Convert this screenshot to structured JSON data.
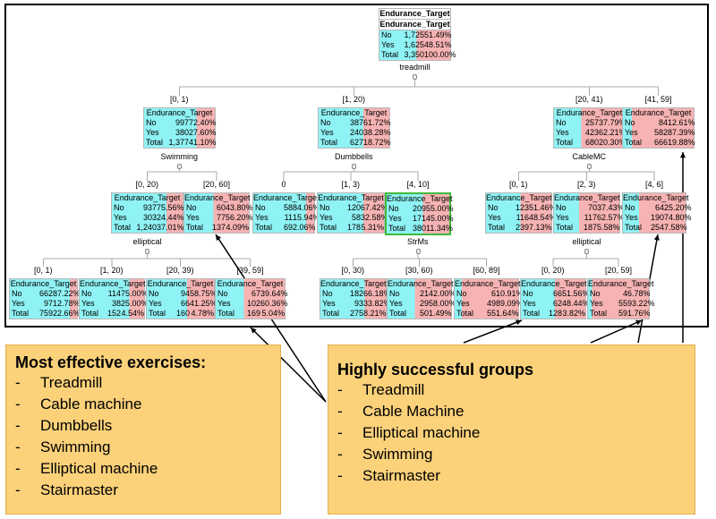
{
  "legend_words": {
    "no": "No",
    "yes": "Yes",
    "total": "Total"
  },
  "root": {
    "header": "Endurance_Target",
    "title": "Endurance_Target",
    "no": [
      "1,725",
      "51.49%"
    ],
    "yes": [
      "1,625",
      "48.51%"
    ],
    "total": [
      "3,350",
      "100.00%"
    ],
    "split": "treadmill"
  },
  "level1": [
    {
      "edge": "[0, 1)",
      "title": "Endurance_Target",
      "no": [
        "997",
        "72.40%"
      ],
      "yes": [
        "380",
        "27.60%"
      ],
      "total": [
        "1,377",
        "41.10%"
      ],
      "split": "Swimming"
    },
    {
      "edge": "[1, 20)",
      "title": "Endurance_Target",
      "no": [
        "387",
        "61.72%"
      ],
      "yes": [
        "240",
        "38.28%"
      ],
      "total": [
        "627",
        "18.72%"
      ],
      "split": "Dumbbells"
    },
    {
      "edge": "[20, 41)",
      "title": "Endurance_Target",
      "no": [
        "257",
        "37.79%"
      ],
      "yes": [
        "423",
        "62.21%"
      ],
      "total": [
        "680",
        "20.30%"
      ],
      "split": "CableMC"
    },
    {
      "edge": "[41, 59]",
      "title": "Endurance_Target",
      "no": [
        "84",
        "12.61%"
      ],
      "yes": [
        "582",
        "87.39%"
      ],
      "total": [
        "666",
        "19.88%"
      ]
    }
  ],
  "level2": [
    {
      "edge": "[0, 20)",
      "title": "Endurance_Target",
      "no": [
        "937",
        "75.56%"
      ],
      "yes": [
        "303",
        "24.44%"
      ],
      "total": [
        "1,240",
        "37.01%"
      ],
      "split": "elliptical"
    },
    {
      "edge": "[20, 60]",
      "title": "Endurance_Target",
      "no": [
        "60",
        "43.80%"
      ],
      "yes": [
        "77",
        "56.20%"
      ],
      "total": [
        "137",
        "4.09%"
      ]
    },
    {
      "edge": "0",
      "title": "Endurance_Target",
      "no": [
        "58",
        "84.06%"
      ],
      "yes": [
        "11",
        "15.94%"
      ],
      "total": [
        "69",
        "2.06%"
      ]
    },
    {
      "edge": "[1, 3)",
      "title": "Endurance_Target",
      "no": [
        "120",
        "67.42%"
      ],
      "yes": [
        "58",
        "32.58%"
      ],
      "total": [
        "178",
        "5.31%"
      ]
    },
    {
      "edge": "[4, 10]",
      "title": "Endurance_Target",
      "no": [
        "209",
        "55.00%"
      ],
      "yes": [
        "171",
        "45.00%"
      ],
      "total": [
        "380",
        "11.34%"
      ],
      "split": "StrMs"
    },
    {
      "edge": "[0, 1)",
      "title": "Endurance_Target",
      "no": [
        "123",
        "51.46%"
      ],
      "yes": [
        "116",
        "48.54%"
      ],
      "total": [
        "239",
        "7.13%"
      ]
    },
    {
      "edge": "[2, 3)",
      "title": "Endurance_Target",
      "no": [
        "70",
        "37.43%"
      ],
      "yes": [
        "117",
        "62.57%"
      ],
      "total": [
        "187",
        "5.58%"
      ],
      "split": "elliptical"
    },
    {
      "edge": "[4, 6]",
      "title": "Endurance_Target",
      "no": [
        "64",
        "25.20%"
      ],
      "yes": [
        "190",
        "74.80%"
      ],
      "total": [
        "254",
        "7.58%"
      ]
    }
  ],
  "level3": [
    {
      "edge": "[0, 1)",
      "title": "Endurance_Target",
      "no": [
        "662",
        "87.22%"
      ],
      "yes": [
        "97",
        "12.78%"
      ],
      "total": [
        "759",
        "22.66%"
      ]
    },
    {
      "edge": "[1, 20)",
      "title": "Endurance_Target",
      "no": [
        "114",
        "75.00%"
      ],
      "yes": [
        "38",
        "25.00%"
      ],
      "total": [
        "152",
        "4.54%"
      ]
    },
    {
      "edge": "[20, 39)",
      "title": "Endurance_Target",
      "no": [
        "94",
        "58.75%"
      ],
      "yes": [
        "66",
        "41.25%"
      ],
      "total": [
        "160",
        "4.78%"
      ]
    },
    {
      "edge": "[39, 59]",
      "title": "Endurance_Target",
      "no": [
        "67",
        "39.64%"
      ],
      "yes": [
        "102",
        "60.36%"
      ],
      "total": [
        "169",
        "5.04%"
      ]
    },
    {
      "edge": "[0, 30)",
      "title": "Endurance_Target",
      "no": [
        "182",
        "66.18%"
      ],
      "yes": [
        "93",
        "33.82%"
      ],
      "total": [
        "275",
        "8.21%"
      ]
    },
    {
      "edge": "[30, 60)",
      "title": "Endurance_Target",
      "no": [
        "21",
        "42.00%"
      ],
      "yes": [
        "29",
        "58.00%"
      ],
      "total": [
        "50",
        "1.49%"
      ]
    },
    {
      "edge": "[60, 89]",
      "title": "Endurance_Target",
      "no": [
        "6",
        "10.91%"
      ],
      "yes": [
        "49",
        "89.09%"
      ],
      "total": [
        "55",
        "1.64%"
      ]
    },
    {
      "edge": "[0, 20)",
      "title": "Endurance_Target",
      "no": [
        "66",
        "51.56%"
      ],
      "yes": [
        "62",
        "48.44%"
      ],
      "total": [
        "128",
        "3.82%"
      ]
    },
    {
      "edge": "[20, 59]",
      "title": "Endurance_Target",
      "no": [
        "4",
        "6.78%"
      ],
      "yes": [
        "55",
        "93.22%"
      ],
      "total": [
        "59",
        "1.76%"
      ]
    }
  ],
  "colors": {
    "no": "#8ff2f4",
    "yes": "#f7b3b3",
    "selected_border": "#3dbb3d",
    "callout": "#fbd17a"
  },
  "callouts": {
    "left": {
      "title": "Most effective exercises:",
      "bullet": "-",
      "items": [
        "Treadmill",
        "Cable machine",
        "Dumbbells",
        "Swimming",
        "Elliptical machine",
        "Stairmaster"
      ]
    },
    "right": {
      "title": "Highly successful groups",
      "bullet": "-",
      "items": [
        "Treadmill",
        "Cable Machine",
        "Elliptical machine",
        "Swimming",
        "Stairmaster"
      ]
    }
  }
}
